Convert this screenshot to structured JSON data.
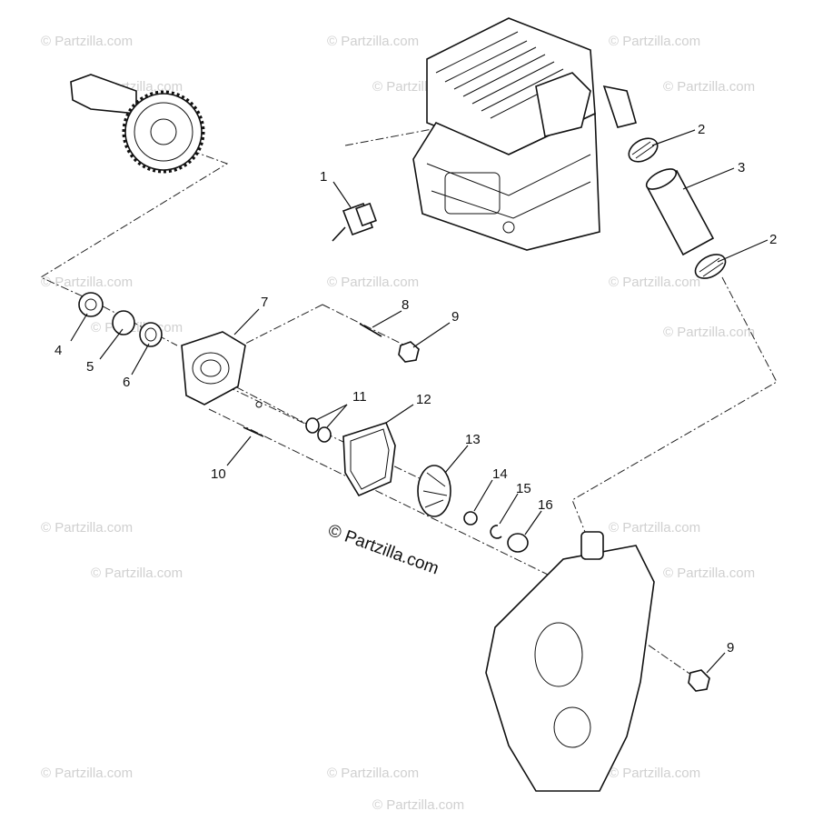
{
  "watermark": "© Partzilla.com",
  "copyright": "© Partzilla.com",
  "callouts": [
    {
      "id": "1",
      "label": "1"
    },
    {
      "id": "2a",
      "label": "2"
    },
    {
      "id": "2b",
      "label": "2"
    },
    {
      "id": "3",
      "label": "3"
    },
    {
      "id": "4",
      "label": "4"
    },
    {
      "id": "5",
      "label": "5"
    },
    {
      "id": "6",
      "label": "6"
    },
    {
      "id": "7",
      "label": "7"
    },
    {
      "id": "8",
      "label": "8"
    },
    {
      "id": "9a",
      "label": "9"
    },
    {
      "id": "9b",
      "label": "9"
    },
    {
      "id": "10",
      "label": "10"
    },
    {
      "id": "11",
      "label": "11"
    },
    {
      "id": "12",
      "label": "12"
    },
    {
      "id": "13",
      "label": "13"
    },
    {
      "id": "14",
      "label": "14"
    },
    {
      "id": "15",
      "label": "15"
    },
    {
      "id": "16",
      "label": "16"
    }
  ]
}
